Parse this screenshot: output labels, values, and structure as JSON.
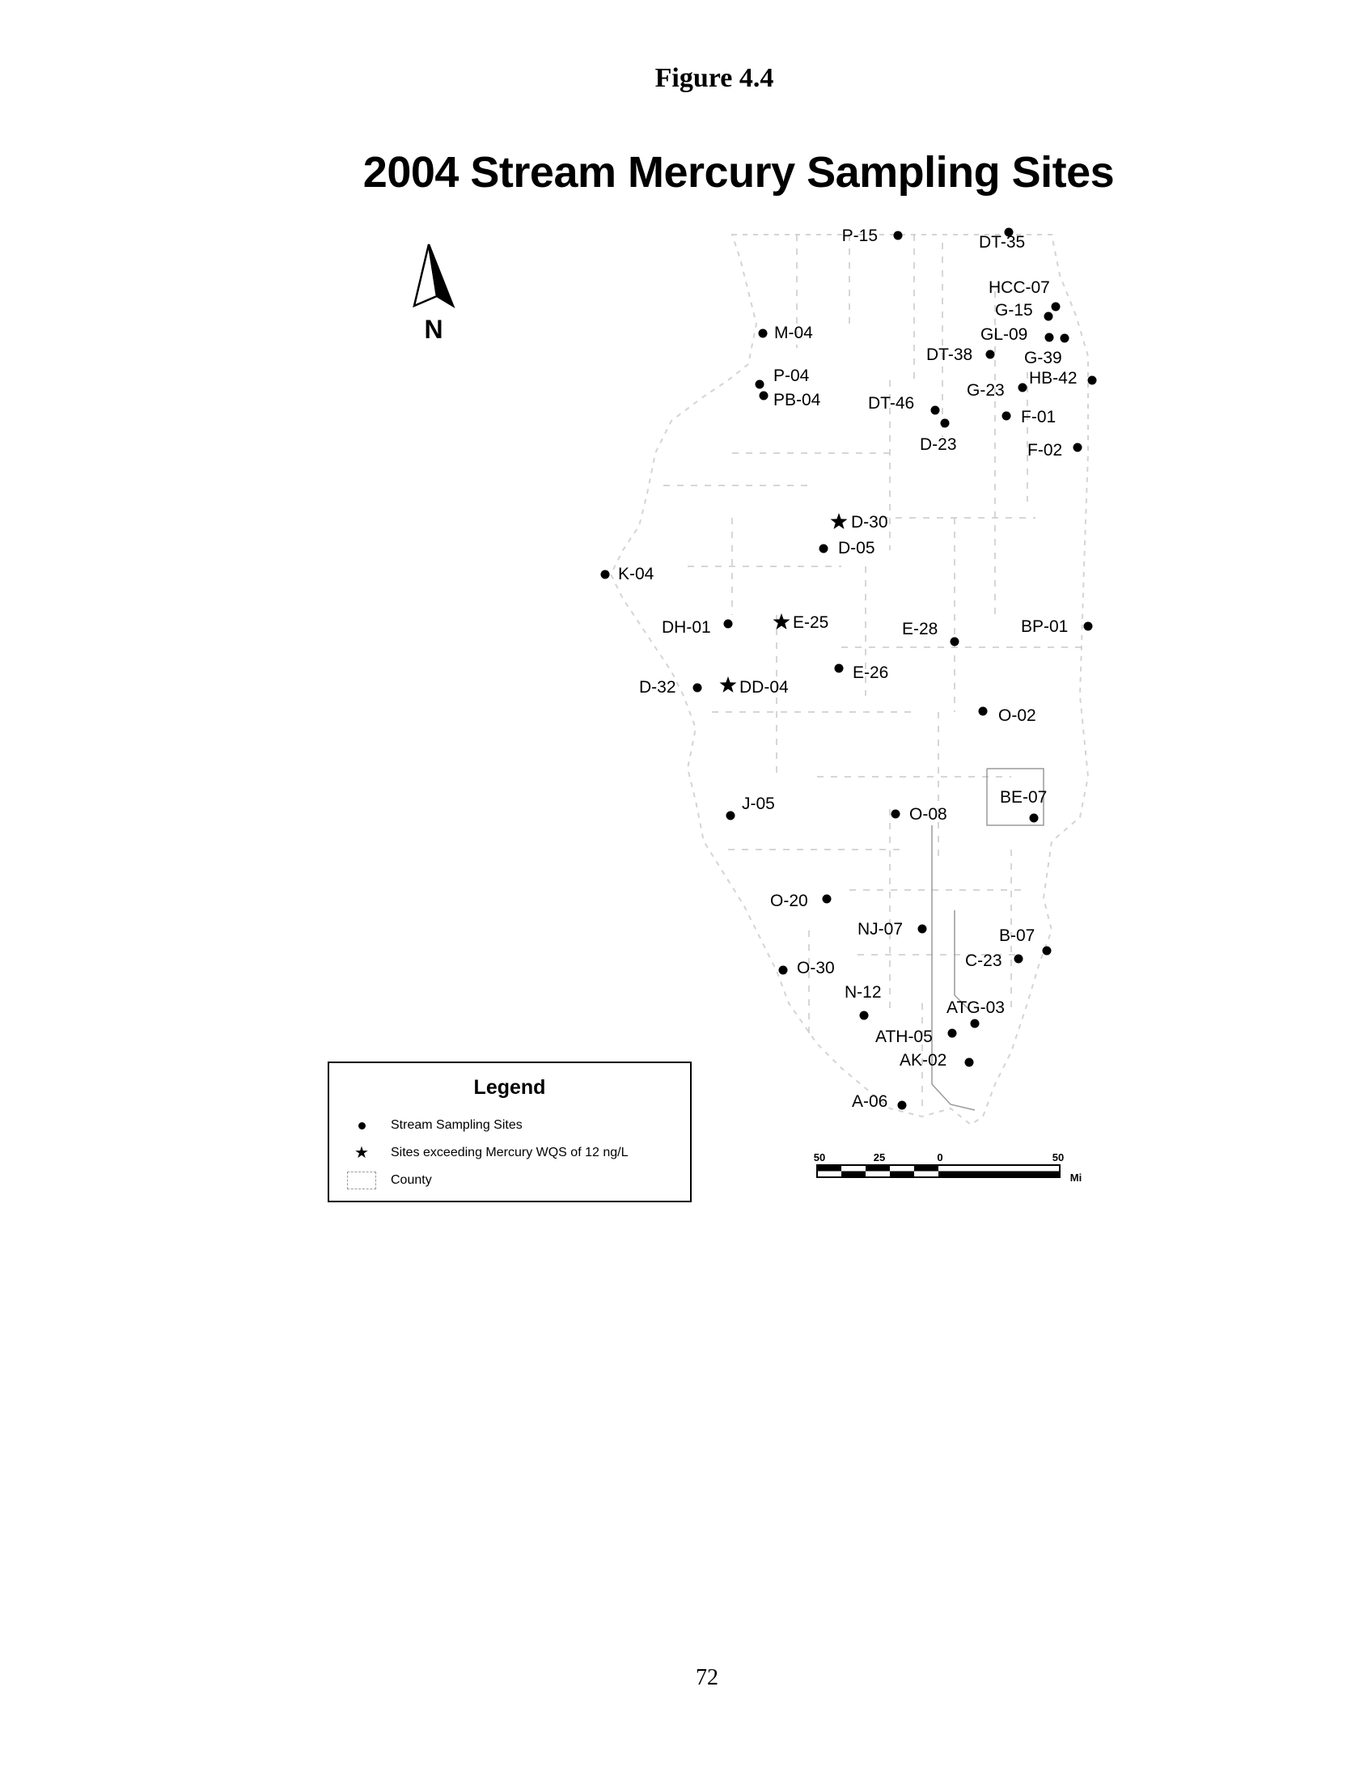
{
  "document": {
    "figure_label": "Figure 4.4",
    "map_title": "2004 Stream Mercury Sampling Sites",
    "page_number": "72"
  },
  "north_arrow": {
    "label": "N",
    "icon": "north-arrow-icon"
  },
  "legend": {
    "title": "Legend",
    "items": [
      {
        "symbol": "circle-icon",
        "label": "Stream Sampling Sites"
      },
      {
        "symbol": "star-icon",
        "label": "Sites exceeding Mercury WQS of 12 ng/L"
      },
      {
        "symbol": "county-outline-icon",
        "label": "County"
      }
    ]
  },
  "scale_bar": {
    "ticks": [
      "50",
      "25",
      "0",
      "50"
    ],
    "unit": "Mi"
  },
  "sites": [
    {
      "id": "P-15",
      "symbol": "dot"
    },
    {
      "id": "DT-35",
      "symbol": "dot"
    },
    {
      "id": "HCC-07",
      "symbol": "dot"
    },
    {
      "id": "G-15",
      "symbol": "dot"
    },
    {
      "id": "GL-09",
      "symbol": "dot"
    },
    {
      "id": "G-39",
      "symbol": "dot"
    },
    {
      "id": "M-04",
      "symbol": "dot"
    },
    {
      "id": "DT-38",
      "symbol": "dot"
    },
    {
      "id": "HB-42",
      "symbol": "dot"
    },
    {
      "id": "G-23",
      "symbol": "dot"
    },
    {
      "id": "P-04",
      "symbol": "dot"
    },
    {
      "id": "PB-04",
      "symbol": "dot"
    },
    {
      "id": "DT-46",
      "symbol": "dot"
    },
    {
      "id": "F-01",
      "symbol": "dot"
    },
    {
      "id": "D-23",
      "symbol": "dot"
    },
    {
      "id": "F-02",
      "symbol": "dot"
    },
    {
      "id": "D-30",
      "symbol": "star"
    },
    {
      "id": "D-05",
      "symbol": "dot"
    },
    {
      "id": "K-04",
      "symbol": "dot"
    },
    {
      "id": "DH-01",
      "symbol": "dot"
    },
    {
      "id": "E-25",
      "symbol": "star"
    },
    {
      "id": "E-28",
      "symbol": "dot"
    },
    {
      "id": "BP-01",
      "symbol": "dot"
    },
    {
      "id": "E-26",
      "symbol": "dot"
    },
    {
      "id": "D-32",
      "symbol": "dot"
    },
    {
      "id": "DD-04",
      "symbol": "star"
    },
    {
      "id": "O-02",
      "symbol": "dot"
    },
    {
      "id": "BE-07",
      "symbol": "dot"
    },
    {
      "id": "J-05",
      "symbol": "dot"
    },
    {
      "id": "O-08",
      "symbol": "dot"
    },
    {
      "id": "O-20",
      "symbol": "dot"
    },
    {
      "id": "NJ-07",
      "symbol": "dot"
    },
    {
      "id": "B-07",
      "symbol": "dot"
    },
    {
      "id": "C-23",
      "symbol": "dot"
    },
    {
      "id": "O-30",
      "symbol": "dot"
    },
    {
      "id": "N-12",
      "symbol": "dot"
    },
    {
      "id": "ATG-03",
      "symbol": "dot"
    },
    {
      "id": "ATH-05",
      "symbol": "dot"
    },
    {
      "id": "AK-02",
      "symbol": "dot"
    },
    {
      "id": "A-06",
      "symbol": "dot"
    }
  ]
}
